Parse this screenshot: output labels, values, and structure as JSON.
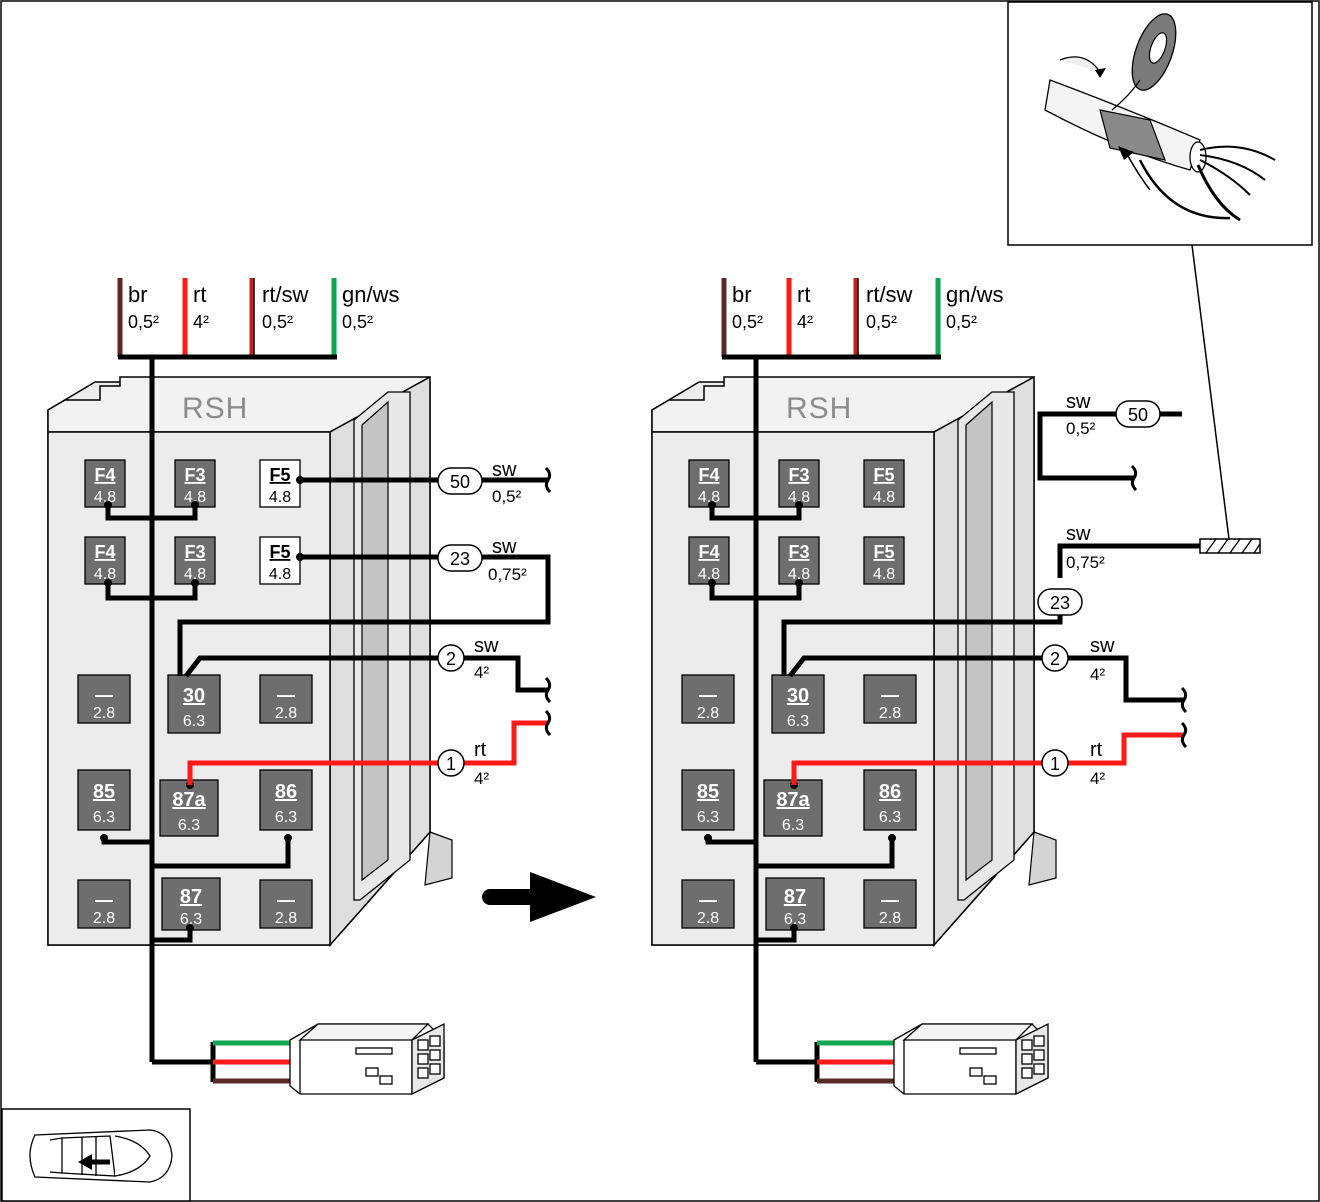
{
  "colors": {
    "br": "#5a2a27",
    "rt": "#ff1a1a",
    "rtsw": "#c81e1e",
    "gnws": "#12a650",
    "housing": "#ececec",
    "housing_side": "#d9d9d9",
    "pin_fill": "#6e6e6e",
    "black": "#000000"
  },
  "harness_top": [
    {
      "color_code": "br",
      "size": "0,5²"
    },
    {
      "color_code": "rt",
      "size": "4²"
    },
    {
      "color_code": "rt/sw",
      "size": "0,5²"
    },
    {
      "color_code": "gn/ws",
      "size": "0,5²"
    }
  ],
  "housing_label": "RSH",
  "pins": {
    "F4": "F4",
    "F3": "F3",
    "F5": "F5",
    "s48": "4.8",
    "s63": "6.3",
    "s28": "2.8",
    "dash": "—",
    "p30": "30",
    "p85": "85",
    "p87a": "87a",
    "p86": "86",
    "p87": "87"
  },
  "wires": {
    "w50": {
      "num": "50",
      "color": "sw",
      "size": "0,5²"
    },
    "w23": {
      "num": "23",
      "color": "sw",
      "size": "0,75²"
    },
    "w2": {
      "num": "2",
      "color": "sw",
      "size": "4²"
    },
    "w1": {
      "num": "1",
      "color": "rt",
      "size": "4²"
    }
  },
  "icons": {
    "arrow": "right-arrow-icon",
    "tape": "tape-wrap-icon",
    "car": "car-top-view-icon"
  }
}
